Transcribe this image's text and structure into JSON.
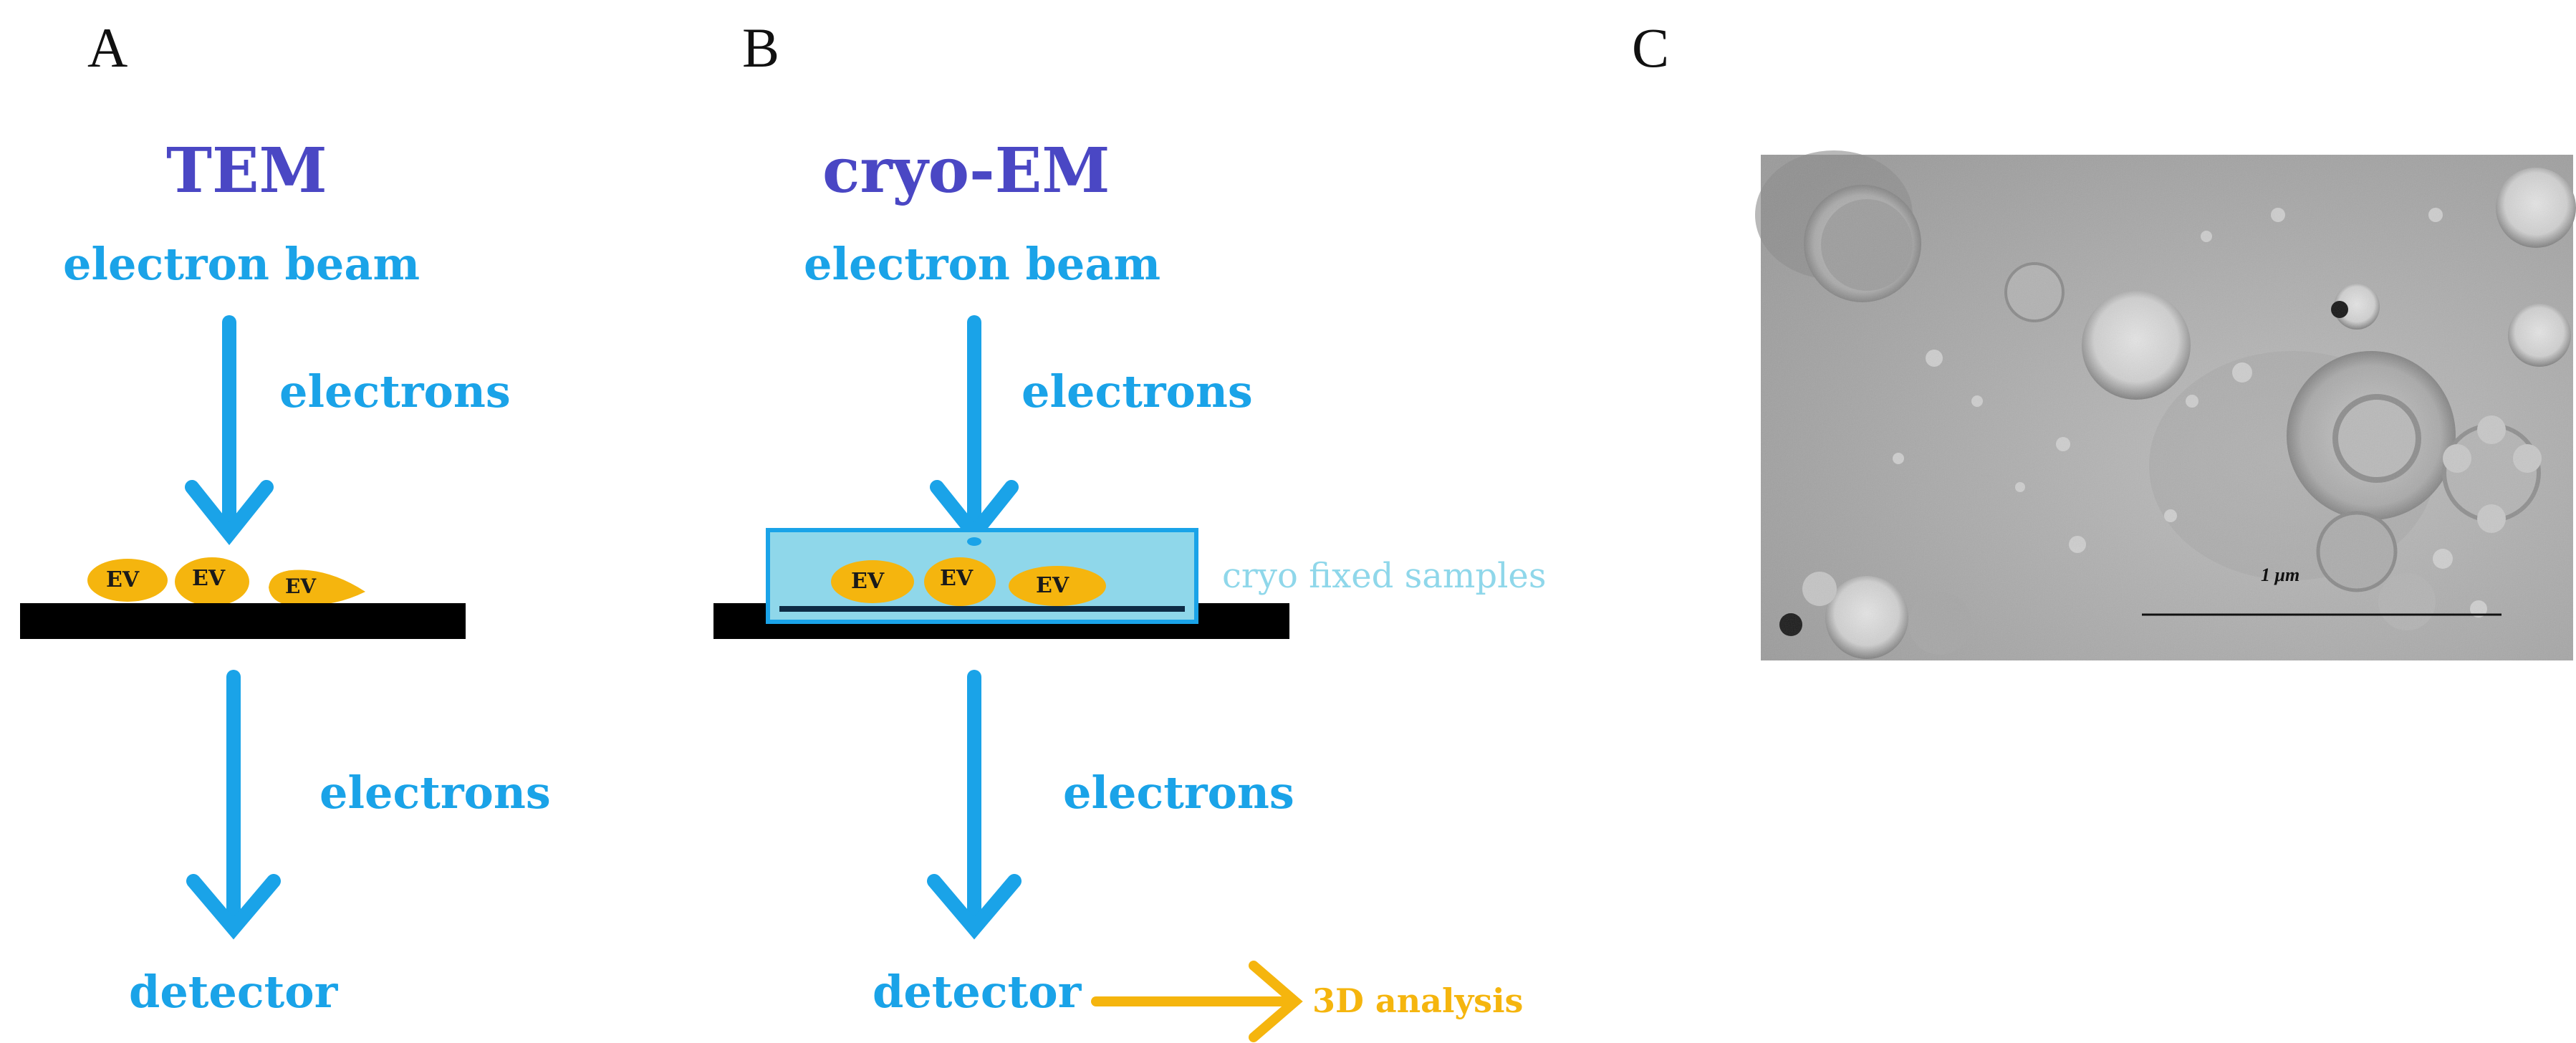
{
  "colors": {
    "beam_blue": "#1aa3e8",
    "title_blue": "#4a47c4",
    "ev_fill": "#f5b50e",
    "cryo_fill": "#8fd7ea",
    "cryo_text": "#8fd7ea",
    "stage_black": "#000000",
    "analysis_orange": "#f5b50e"
  },
  "panels": {
    "a": {
      "letter": "A",
      "title": "TEM",
      "source_label": "electron beam",
      "incident_label": "electrons",
      "ev_labels": [
        "EV",
        "EV",
        "EV"
      ],
      "transmitted_label": "electrons",
      "detector_label": "detector"
    },
    "b": {
      "letter": "B",
      "title": "cryo-EM",
      "source_label": "electron beam",
      "incident_label": "electrons",
      "ev_labels": [
        "EV",
        "EV",
        "EV"
      ],
      "sample_label": "cryo fixed samples",
      "transmitted_label": "electrons",
      "detector_label": "detector",
      "analysis_label": "3D analysis"
    },
    "c": {
      "letter": "C",
      "micrograph_description_icon": "micrograph-image",
      "scale_bar_label": "1 μm"
    }
  }
}
